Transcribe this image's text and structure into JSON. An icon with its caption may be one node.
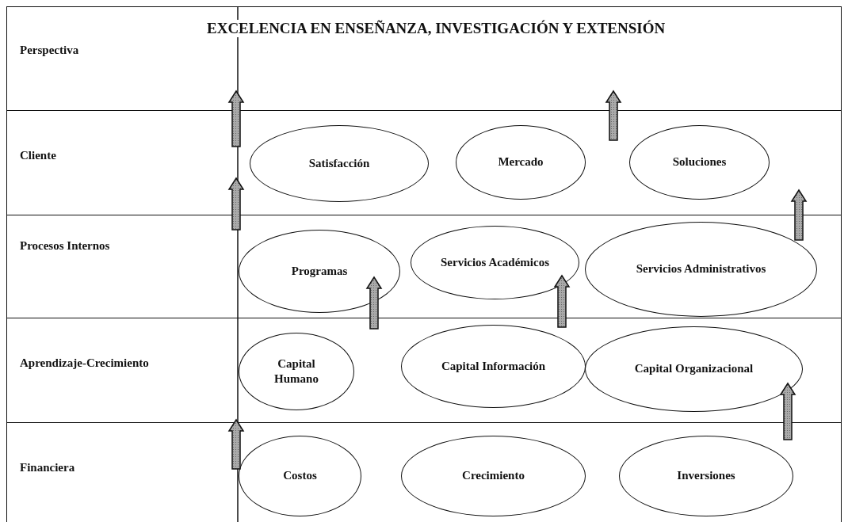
{
  "diagram": {
    "nodes": [
      {
        "text": [
          "Perspectiva",
          "EXCELENCIA EN ENSEÑANZA, INVESTIGACIÓN Y EXTENSIÓN"
        ]
      },
      {
        "text": [
          "Cliente"
        ]
      },
      {
        "text": [
          "Satisfacción"
        ],
        "in": 1
      },
      {
        "text": [
          "Mercado"
        ],
        "in": 1
      },
      {
        "text": [
          "Soluciones"
        ],
        "in": 1
      },
      {
        "text": [
          "Procesos Internos"
        ]
      },
      {
        "text": [
          "Programas"
        ],
        "in": 5
      },
      {
        "text": [
          "Servicios Académicos"
        ],
        "in": 5
      },
      {
        "text": [
          "Servicios Administrativos"
        ],
        "in": 5
      },
      {
        "text": [
          "Aprendizaje-Crecimiento"
        ]
      },
      {
        "text": [
          "Capital Humano"
        ],
        "in": 9
      },
      {
        "text": [
          "Capital Información"
        ],
        "in": 9
      },
      {
        "text": [
          "Capital Organizacional"
        ],
        "in": 9
      },
      {
        "text": [
          "Financiera"
        ]
      },
      {
        "text": [
          "Costos"
        ],
        "in": 13
      },
      {
        "text": [
          "Crecimiento"
        ],
        "in": 13
      },
      {
        "text": [
          "Inversiones"
        ],
        "in": 13
      }
    ],
    "edges": [
      {
        "from": 1,
        "to": 0,
        "arrow": "to"
      },
      {
        "from": 5,
        "to": 1,
        "arrow": "to"
      },
      {
        "from": 1,
        "to": 0,
        "arrow": "to"
      },
      {
        "from": 5,
        "to": 1,
        "arrow": "to"
      },
      {
        "from": 9,
        "to": 5,
        "arrow": "to"
      },
      {
        "from": 9,
        "to": 5,
        "arrow": "to"
      },
      {
        "from": 13,
        "to": 9,
        "arrow": "to"
      },
      {
        "from": 13,
        "to": 9,
        "arrow": "to"
      }
    ]
  }
}
